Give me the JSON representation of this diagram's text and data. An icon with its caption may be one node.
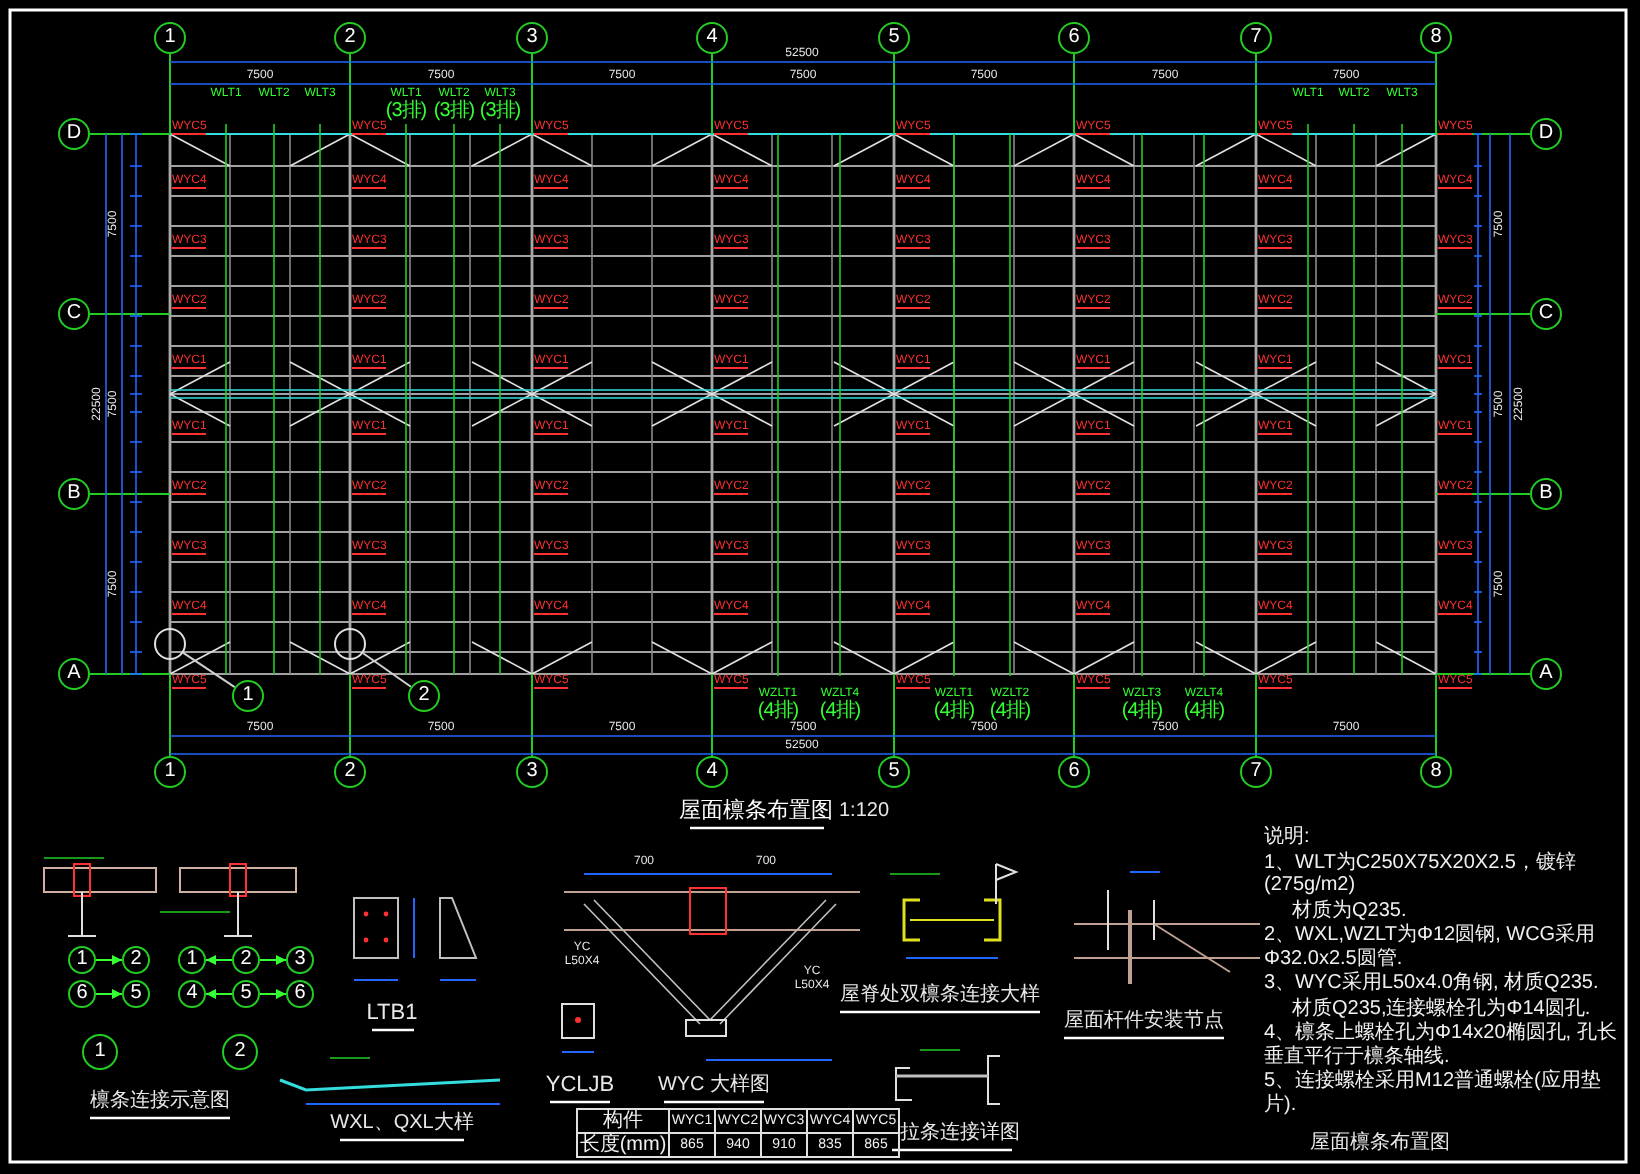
{
  "diagram": {
    "title": "屋面檩条布置图",
    "nodes": [
      {
        "text": [
          "1"
        ]
      },
      {
        "text": [
          "2"
        ]
      },
      {
        "text": [
          "3"
        ]
      },
      {
        "text": [
          "4"
        ]
      },
      {
        "text": [
          "5"
        ]
      },
      {
        "text": [
          "6"
        ]
      },
      {
        "text": [
          "7"
        ]
      },
      {
        "text": [
          "8"
        ]
      },
      {
        "text": [
          "1"
        ]
      },
      {
        "text": [
          "2"
        ]
      },
      {
        "text": [
          "3"
        ]
      },
      {
        "text": [
          "4"
        ]
      },
      {
        "text": [
          "5"
        ]
      },
      {
        "text": [
          "6"
        ]
      },
      {
        "text": [
          "7"
        ]
      },
      {
        "text": [
          "8"
        ]
      },
      {
        "text": [
          "D"
        ]
      },
      {
        "text": [
          "C"
        ]
      },
      {
        "text": [
          "B"
        ]
      },
      {
        "text": [
          "A"
        ]
      },
      {
        "text": [
          "D"
        ]
      },
      {
        "text": [
          "C"
        ]
      },
      {
        "text": [
          "B"
        ]
      },
      {
        "text": [
          "A"
        ]
      },
      {
        "text": [],
        "shape": "circle"
      },
      {
        "text": [],
        "shape": "circle"
      },
      {
        "text": [
          "1"
        ]
      },
      {
        "text": [
          "2"
        ]
      },
      {
        "text": [
          "1"
        ]
      },
      {
        "text": [
          "2"
        ]
      },
      {
        "text": [
          "6"
        ]
      },
      {
        "text": [
          "5"
        ]
      },
      {
        "text": [
          "1"
        ]
      },
      {
        "text": [
          "2"
        ]
      },
      {
        "text": [
          "3"
        ]
      },
      {
        "text": [
          "4"
        ]
      },
      {
        "text": [
          "5"
        ]
      },
      {
        "text": [
          "6"
        ]
      },
      {
        "text": [
          "1"
        ]
      },
      {
        "text": [
          "2"
        ]
      }
    ],
    "edges": [
      {
        "from": 24,
        "to": 26,
        "arrow": "none",
        "color": "#d0d0d0"
      },
      {
        "from": 25,
        "to": 27,
        "arrow": "none",
        "color": "#d0d0d0"
      },
      {
        "from": 28,
        "to": 29,
        "arrow": "to"
      },
      {
        "from": 30,
        "to": 31,
        "arrow": "to"
      },
      {
        "from": 33,
        "to": 32,
        "arrow": "to"
      },
      {
        "from": 33,
        "to": 34,
        "arrow": "to"
      },
      {
        "from": 36,
        "to": 35,
        "arrow": "to"
      },
      {
        "from": 36,
        "to": 37,
        "arrow": "to"
      }
    ],
    "labels": [
      "52500",
      "7500",
      "7500",
      "7500",
      "7500",
      "7500",
      "7500",
      "7500",
      "WLT1",
      "WLT2",
      "WLT3",
      "WLT1",
      "WLT2",
      "WLT3",
      "(3排)",
      "(3排)",
      "(3排)",
      "WLT1",
      "WLT2",
      "WLT3",
      "WYC5",
      "WYC5",
      "WYC5",
      "WYC5",
      "WYC5",
      "WYC5",
      "WYC5",
      "WYC5",
      "WYC4",
      "WYC4",
      "WYC4",
      "WYC4",
      "WYC4",
      "WYC4",
      "WYC4",
      "WYC4",
      "WYC3",
      "WYC3",
      "WYC3",
      "WYC3",
      "WYC3",
      "WYC3",
      "WYC3",
      "WYC3",
      "WYC2",
      "WYC2",
      "WYC2",
      "WYC2",
      "WYC2",
      "WYC2",
      "WYC2",
      "WYC2",
      "WYC1",
      "WYC1",
      "WYC1",
      "WYC1",
      "WYC1",
      "WYC1",
      "WYC1",
      "WYC1",
      "WYC1",
      "WYC1",
      "WYC1",
      "WYC1",
      "WYC1",
      "WYC1",
      "WYC1",
      "WYC1",
      "WYC2",
      "WYC2",
      "WYC2",
      "WYC2",
      "WYC2",
      "WYC2",
      "WYC2",
      "WYC2",
      "WYC3",
      "WYC3",
      "WYC3",
      "WYC3",
      "WYC3",
      "WYC3",
      "WYC3",
      "WYC3",
      "WYC4",
      "WYC4",
      "WYC4",
      "WYC4",
      "WYC4",
      "WYC4",
      "WYC4",
      "WYC4",
      "WYC5",
      "WYC5",
      "WYC5",
      "WYC5",
      "WYC5",
      "WYC5",
      "WYC5",
      "WYC5",
      "WZLT1",
      "WZLT4",
      "WZLT1",
      "WZLT2",
      "WZLT3",
      "WZLT4",
      "(4排)",
      "(4排)",
      "(4排)",
      "(4排)",
      "(4排)",
      "(4排)",
      "7500",
      "7500",
      "7500",
      "7500",
      "7500",
      "7500",
      "7500",
      "52500",
      "22500",
      "7500",
      "7500",
      "7500",
      "22500",
      "7500",
      "7500",
      "7500",
      "1:120",
      "LTB1",
      "檩条连接示意图",
      "WXL、QXL大样",
      "YCLJB",
      "WYC 大样图",
      "屋脊处双檩条连接大样",
      "屋面杆件安装节点",
      "拉条连接详图",
      "说明:",
      "1、WLT为C250X75X20X2.5，镀锌(275g/m2)",
      "材质为Q235.",
      "2、WXL,WZLT为Φ12圆钢, WCG采用Φ32.0x2.5圆管.",
      "3、WYC采用L50x4.0角钢, 材质Q235.",
      "材质Q235,连接螺栓孔为Φ14圆孔.",
      "4、檩条上螺栓孔为Φ14x20椭圆孔, 孔长垂直平行于檩条轴线.",
      "5、连接螺栓采用M12普通螺栓(应用垫片).",
      "构件",
      "WYC1",
      "WYC2",
      "WYC3",
      "WYC4",
      "WYC5",
      "长度(mm)",
      "865",
      "940",
      "910",
      "835",
      "865",
      "屋面檩条布置图",
      "700",
      "700",
      "YC",
      "L50X4",
      "YC",
      "L50X4"
    ]
  }
}
